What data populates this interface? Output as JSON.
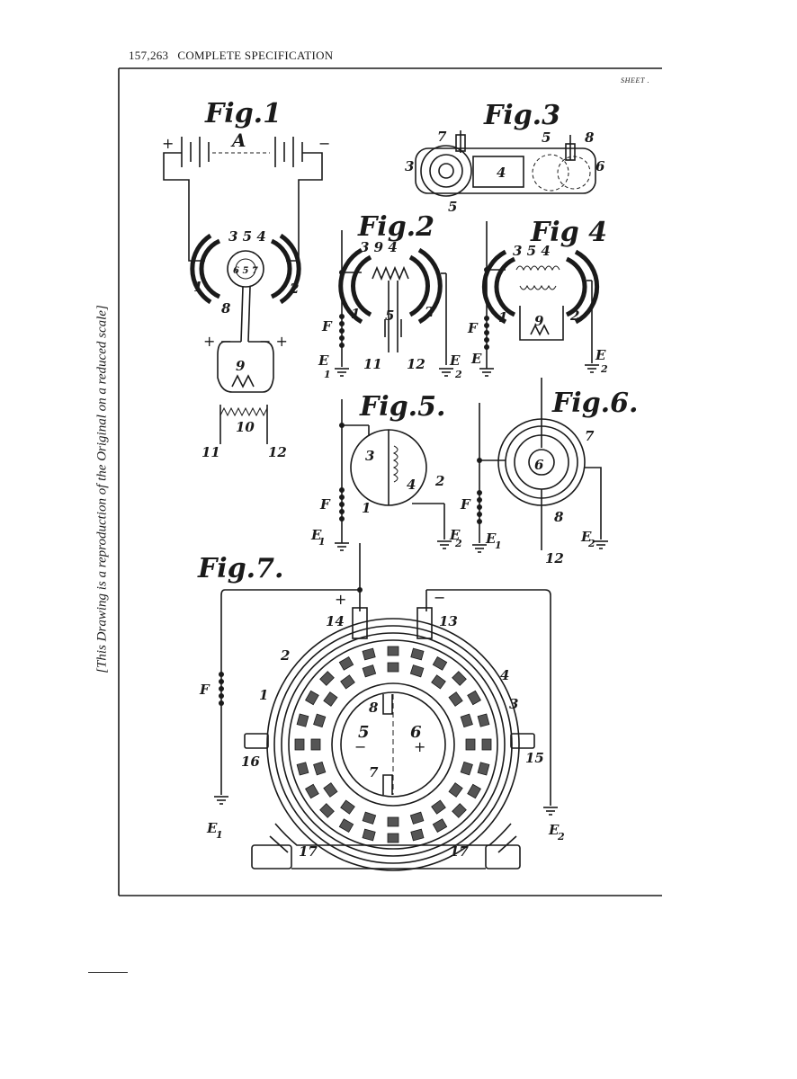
{
  "header": {
    "number": "157,263",
    "title": "COMPLETE SPECIFICATION"
  },
  "sheet_label": "SHEET .",
  "side_note": "[This Drawing is a reproduction of the Original on a reduced scale]",
  "figures": {
    "fig1": {
      "label": "Fig.1",
      "battery": "A",
      "plus": "+",
      "minus": "−",
      "n354": "3 5 4",
      "n1": "1",
      "n2": "2",
      "n8": "8",
      "n9": "9",
      "n10": "10",
      "n11": "11",
      "n12": "12",
      "pm_left": "+ −",
      "pm_right": "− +",
      "inner": "6 5 7"
    },
    "fig2": {
      "label": "Fig.2",
      "n394": "3 9 4",
      "n1": "1",
      "n2": "2",
      "n5": "5",
      "n11": "11",
      "n12": "12",
      "F": "F",
      "E1": "E",
      "E1sub": "1",
      "E2": "E",
      "E2sub": "2"
    },
    "fig3": {
      "label": "Fig.3",
      "n7": "7",
      "n5": "5",
      "n8": "8",
      "n3": "3",
      "n4": "4",
      "n6": "6",
      "n5b": "5"
    },
    "fig4": {
      "label": "Fig 4",
      "n354": "3 5 4",
      "n1": "1",
      "n2": "2",
      "n9": "9",
      "F": "F",
      "E": "E",
      "E2": "E",
      "E2sub": "2"
    },
    "fig5": {
      "label": "Fig.5.",
      "n3": "3",
      "n4": "4",
      "n2": "2",
      "n1": "1",
      "F": "F",
      "E1": "E",
      "E1sub": "1",
      "E2": "E",
      "E2sub": "2"
    },
    "fig6": {
      "label": "Fig.6.",
      "n7": "7",
      "n6": "6",
      "n8": "8",
      "n12": "12",
      "F": "F",
      "E1": "E",
      "E1sub": "1",
      "E2": "E",
      "E2sub": "2"
    },
    "fig7": {
      "label": "Fig.7.",
      "plus": "+",
      "minus": "−",
      "n14": "14",
      "n13": "13",
      "n2": "2",
      "n4": "4",
      "n1": "1",
      "n3": "3",
      "n8": "8",
      "n5": "5",
      "n6": "6",
      "n7": "7",
      "n16": "16",
      "n15": "15",
      "n17a": "17",
      "n17b": "17",
      "minus_in": "−",
      "plus_in": "+",
      "F": "F",
      "E1": "E",
      "E1sub": "1",
      "E2": "E",
      "E2sub": "2"
    }
  }
}
